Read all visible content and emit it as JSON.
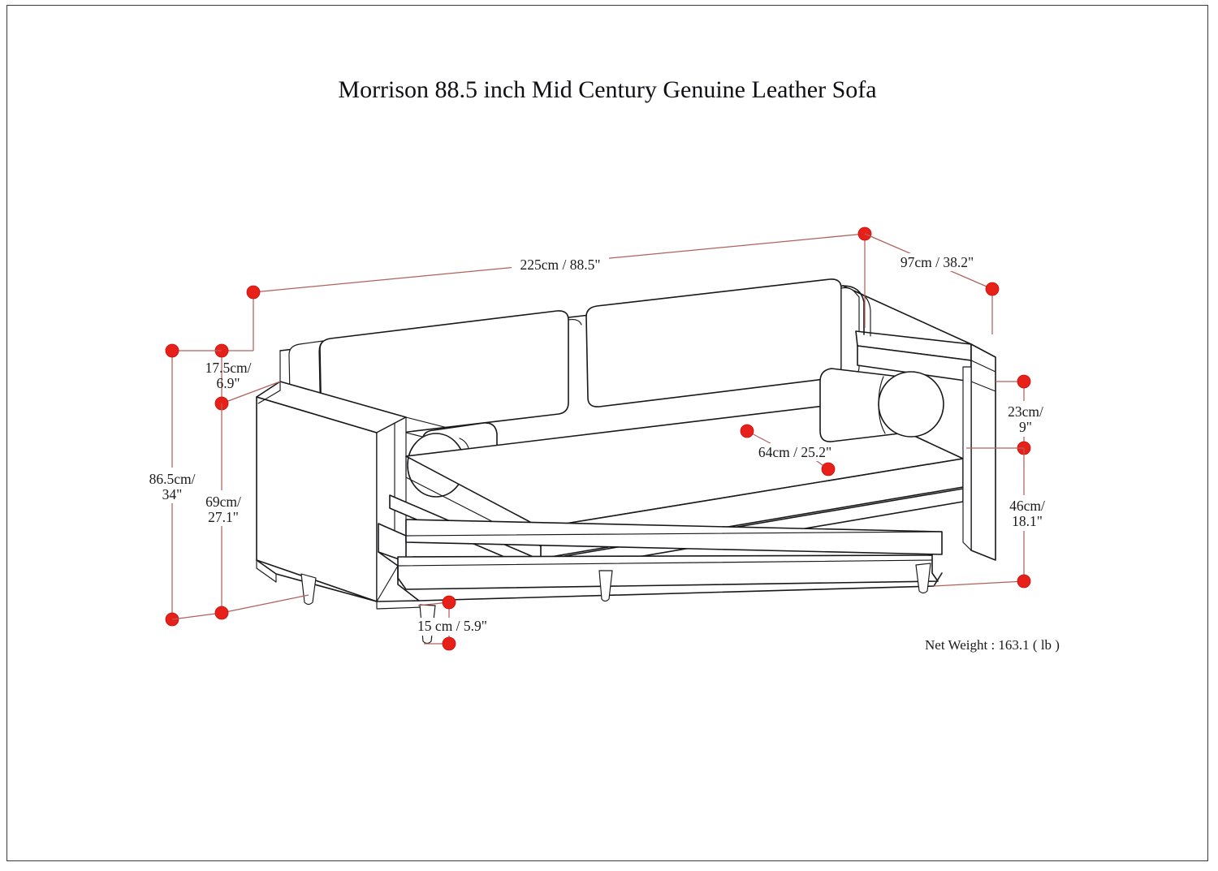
{
  "page": {
    "title": "Morrison 88.5 inch Mid Century Genuine Leather Sofa",
    "background_color": "#ffffff",
    "border_color": "#3a3a3e",
    "drawing_line_color": "#18181b",
    "dimension_line_color": "#b0615c",
    "dimension_dot_color": "#e8201a"
  },
  "product": {
    "net_weight_label": "Net Weight : 163.1 ( lb )"
  },
  "dimensions": {
    "width": {
      "label": "225cm / 88.5\"",
      "name": "overall-width"
    },
    "depth": {
      "label": "97cm / 38.2\"",
      "name": "overall-depth"
    },
    "back_cushion_top": {
      "label": "17.5cm/\n6.9\"",
      "line1": "17.5cm/",
      "line2": "6.9\"",
      "name": "back-cushion-height"
    },
    "overall_height": {
      "label": "86.5cm/\n34\"",
      "line1": "86.5cm/",
      "line2": "34\"",
      "name": "overall-height"
    },
    "arm_height": {
      "label": "69cm/\n27.1\"",
      "line1": "69cm/",
      "line2": "27.1\"",
      "name": "arm-height"
    },
    "seat_depth": {
      "label": "64cm / 25.2\"",
      "name": "seat-depth"
    },
    "arm_top_to_seat": {
      "label": "23cm/\n9\"",
      "line1": "23cm/",
      "line2": "9\"",
      "name": "arm-top-to-seat"
    },
    "seat_height": {
      "label": "46cm/\n18.1\"",
      "line1": "46cm/",
      "line2": "18.1\"",
      "name": "seat-height"
    },
    "leg_height": {
      "label": "15 cm / 5.9\"",
      "name": "leg-height"
    }
  },
  "chart_data": {
    "type": "table",
    "title": "Morrison 88.5 inch Mid Century Genuine Leather Sofa",
    "categories": [
      "Overall width",
      "Overall depth",
      "Overall height",
      "Back cushion height above arm",
      "Arm height",
      "Seat depth",
      "Arm top to seat",
      "Seat height",
      "Leg height",
      "Net weight"
    ],
    "values_cm": [
      225,
      97,
      86.5,
      17.5,
      69,
      64,
      23,
      46,
      15,
      null
    ],
    "values_in": [
      88.5,
      38.2,
      34,
      6.9,
      27.1,
      25.2,
      9,
      18.1,
      5.9,
      null
    ],
    "labels": [
      "225cm / 88.5\"",
      "97cm / 38.2\"",
      "86.5cm/ 34\"",
      "17.5cm/ 6.9\"",
      "69cm/ 27.1\"",
      "64cm / 25.2\"",
      "23cm/ 9\"",
      "46cm/ 18.1\"",
      "15 cm / 5.9\"",
      "163.1 ( lb )"
    ],
    "xlabel": "",
    "ylabel": "",
    "legend": []
  }
}
